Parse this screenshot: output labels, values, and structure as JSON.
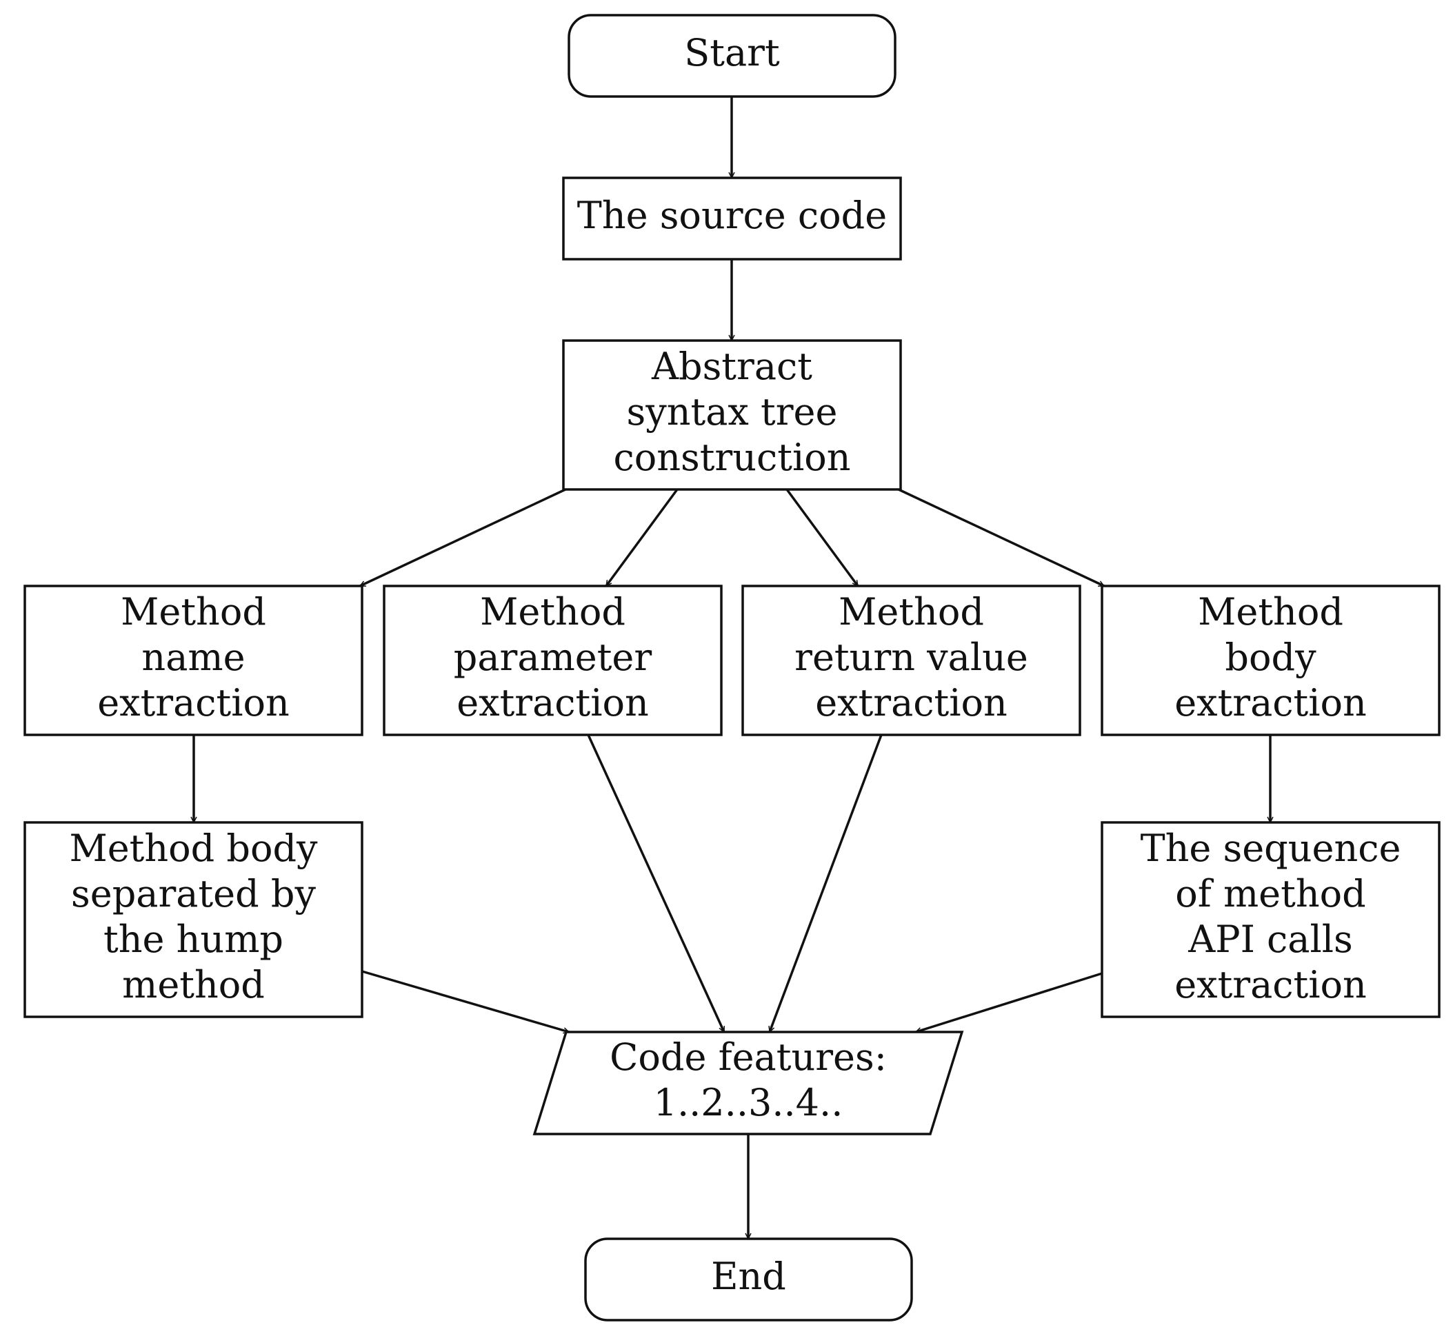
{
  "diagram": {
    "nodes": [
      {
        "id": "start",
        "shape": "terminal",
        "lines": [
          "Start"
        ]
      },
      {
        "id": "source",
        "shape": "process",
        "lines": [
          "The source code"
        ]
      },
      {
        "id": "ast",
        "shape": "process",
        "lines": [
          "Abstract",
          "syntax tree",
          "construction"
        ]
      },
      {
        "id": "name",
        "shape": "process",
        "lines": [
          "Method",
          "name",
          "extraction"
        ]
      },
      {
        "id": "param",
        "shape": "process",
        "lines": [
          "Method",
          "parameter",
          "extraction"
        ]
      },
      {
        "id": "ret",
        "shape": "process",
        "lines": [
          "Method",
          "return value",
          "extraction"
        ]
      },
      {
        "id": "body",
        "shape": "process",
        "lines": [
          "Method",
          "body",
          "extraction"
        ]
      },
      {
        "id": "hump",
        "shape": "process",
        "lines": [
          "Method body",
          "separated by",
          "the hump",
          "method"
        ]
      },
      {
        "id": "api",
        "shape": "process",
        "lines": [
          "The sequence",
          "of method",
          "API calls",
          "extraction"
        ]
      },
      {
        "id": "features",
        "shape": "data",
        "lines": [
          "Code features:",
          "1..2..3..4.."
        ]
      },
      {
        "id": "end",
        "shape": "terminal",
        "lines": [
          "End"
        ]
      }
    ],
    "edges": [
      {
        "from": "start",
        "to": "source"
      },
      {
        "from": "source",
        "to": "ast"
      },
      {
        "from": "ast",
        "to": "name"
      },
      {
        "from": "ast",
        "to": "param"
      },
      {
        "from": "ast",
        "to": "ret"
      },
      {
        "from": "ast",
        "to": "body"
      },
      {
        "from": "name",
        "to": "hump"
      },
      {
        "from": "body",
        "to": "api"
      },
      {
        "from": "hump",
        "to": "features"
      },
      {
        "from": "param",
        "to": "features"
      },
      {
        "from": "ret",
        "to": "features"
      },
      {
        "from": "api",
        "to": "features"
      },
      {
        "from": "features",
        "to": "end"
      }
    ]
  }
}
